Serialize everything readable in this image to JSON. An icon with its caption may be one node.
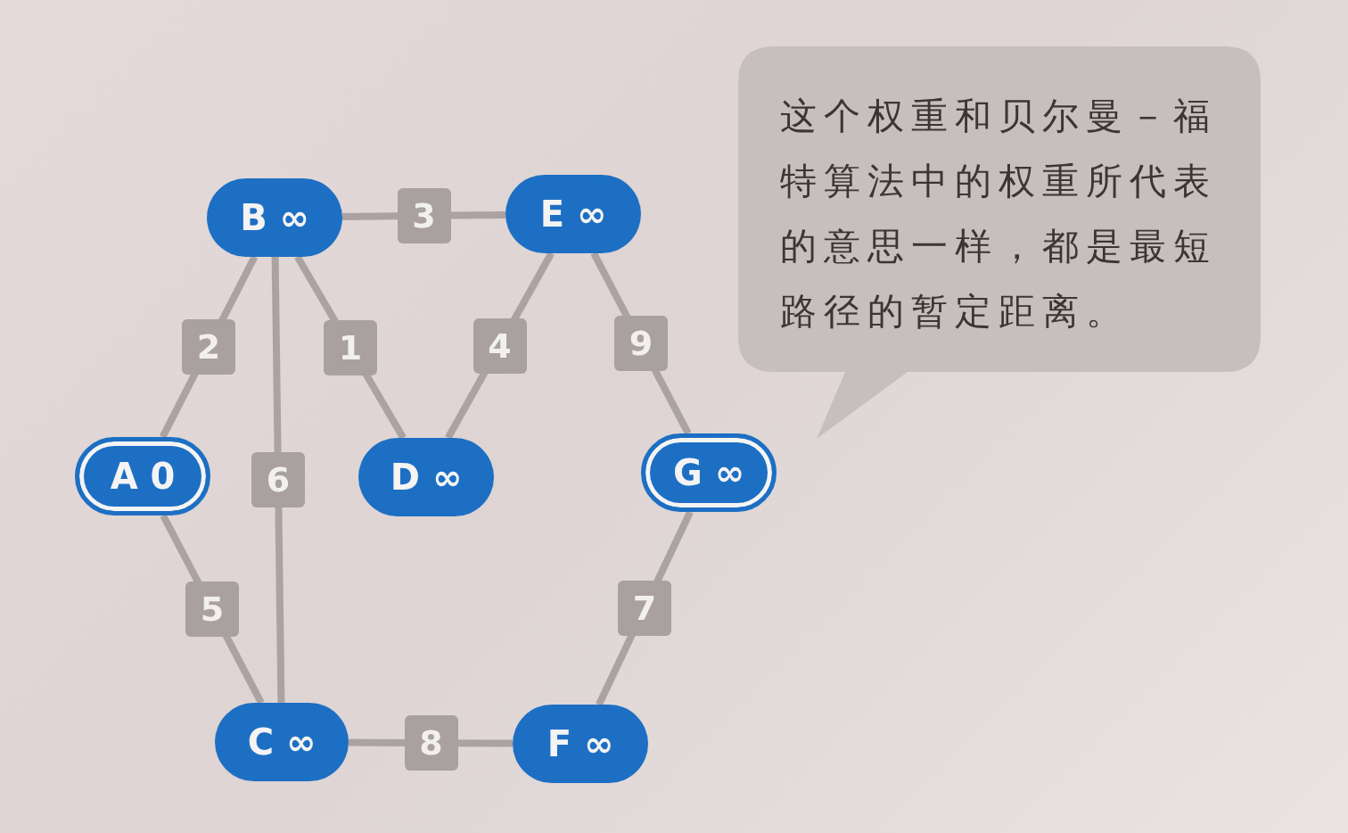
{
  "diagram": {
    "nodes": [
      {
        "text": [
          "B ∞"
        ]
      },
      {
        "text": [
          "E ∞"
        ]
      },
      {
        "text": [
          "A 0"
        ]
      },
      {
        "text": [
          "D ∞"
        ]
      },
      {
        "text": [
          "G ∞"
        ]
      },
      {
        "text": [
          "C ∞"
        ]
      },
      {
        "text": [
          "F ∞"
        ]
      },
      {
        "text": [
          "这个权重和贝尔曼－福特算法中的权重所代表的意思一样，都是最短路径的暂定距离。"
        ]
      }
    ],
    "edges": [
      {
        "from": 0,
        "to": 1,
        "arrow": "none",
        "label": "3"
      },
      {
        "from": 0,
        "to": 2,
        "arrow": "none",
        "label": "2"
      },
      {
        "from": 0,
        "to": 3,
        "arrow": "none",
        "label": "1"
      },
      {
        "from": 0,
        "to": 5,
        "arrow": "none",
        "label": "6"
      },
      {
        "from": 1,
        "to": 3,
        "arrow": "none",
        "label": "4"
      },
      {
        "from": 1,
        "to": 4,
        "arrow": "none",
        "label": "9"
      },
      {
        "from": 2,
        "to": 5,
        "arrow": "none",
        "label": "5"
      },
      {
        "from": 4,
        "to": 6,
        "arrow": "none",
        "label": "7"
      },
      {
        "from": 5,
        "to": 6,
        "arrow": "none",
        "label": "8"
      }
    ]
  }
}
